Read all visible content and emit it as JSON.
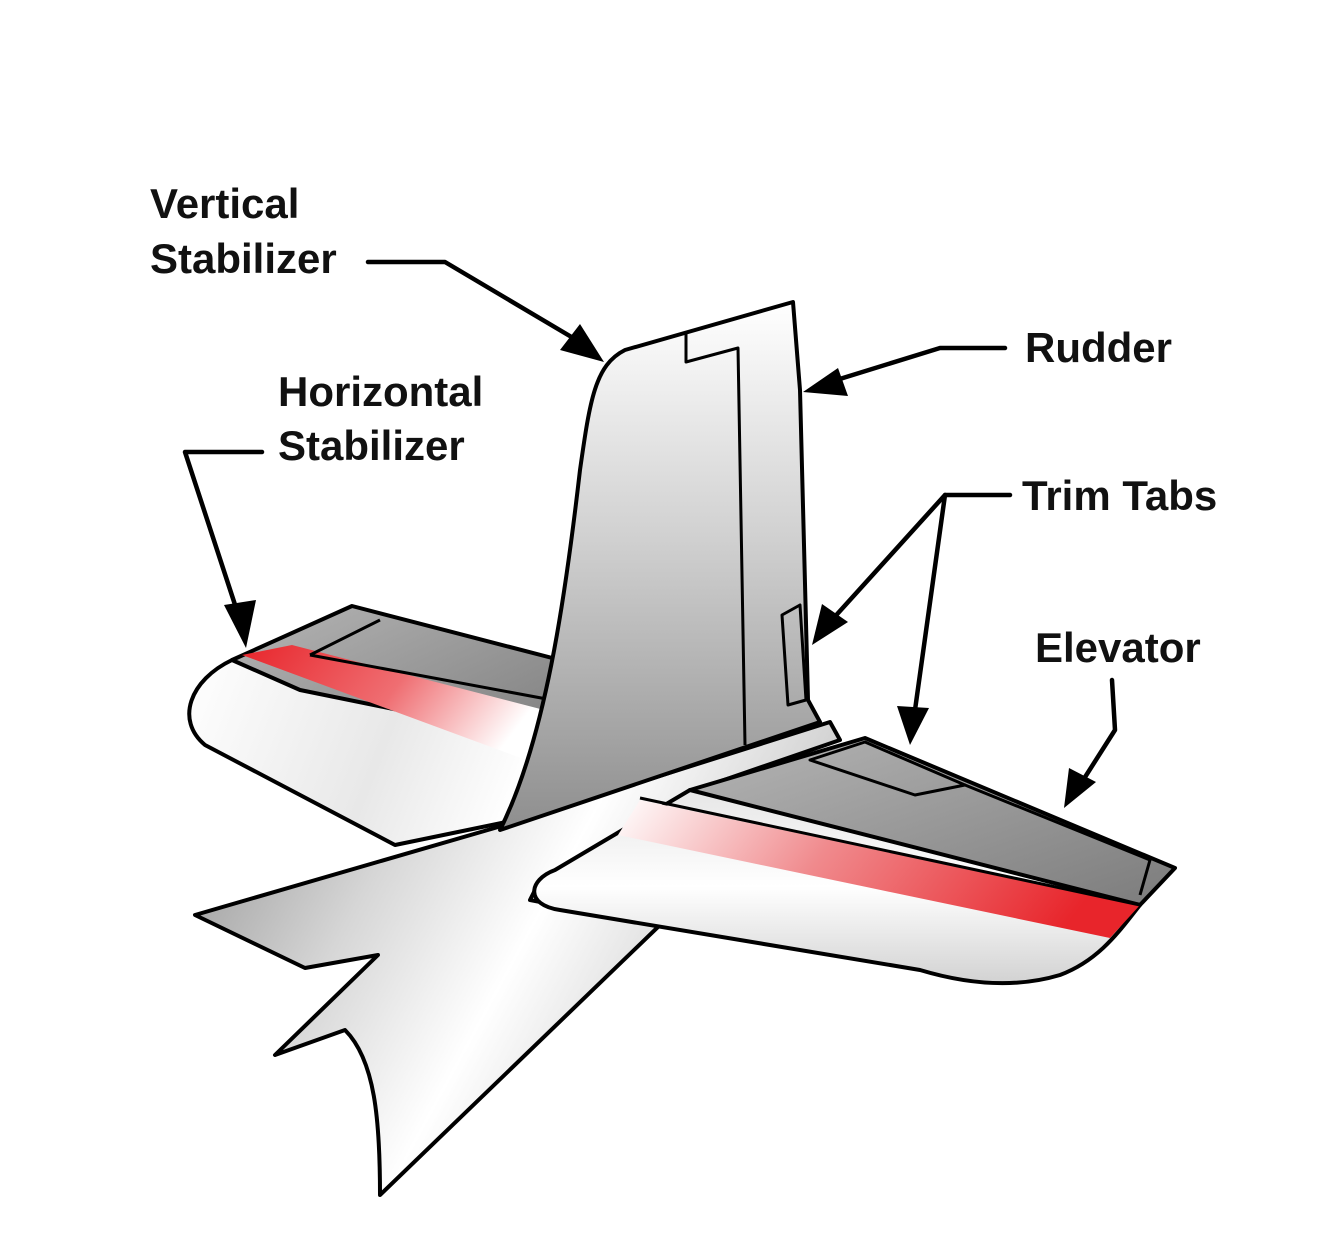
{
  "labels": {
    "vertical_stabilizer_line1": "Vertical",
    "vertical_stabilizer_line2": "Stabilizer",
    "horizontal_stabilizer_line1": "Horizontal",
    "horizontal_stabilizer_line2": "Stabilizer",
    "rudder": "Rudder",
    "trim_tabs": "Trim Tabs",
    "elevator": "Elevator"
  },
  "colors": {
    "accent_stripe": "#e8252b",
    "surface_light": "#ffffff",
    "surface_mid": "#c8c8c8",
    "surface_dark": "#8a8a8a",
    "outline": "#000000",
    "background": "#ffffff"
  }
}
